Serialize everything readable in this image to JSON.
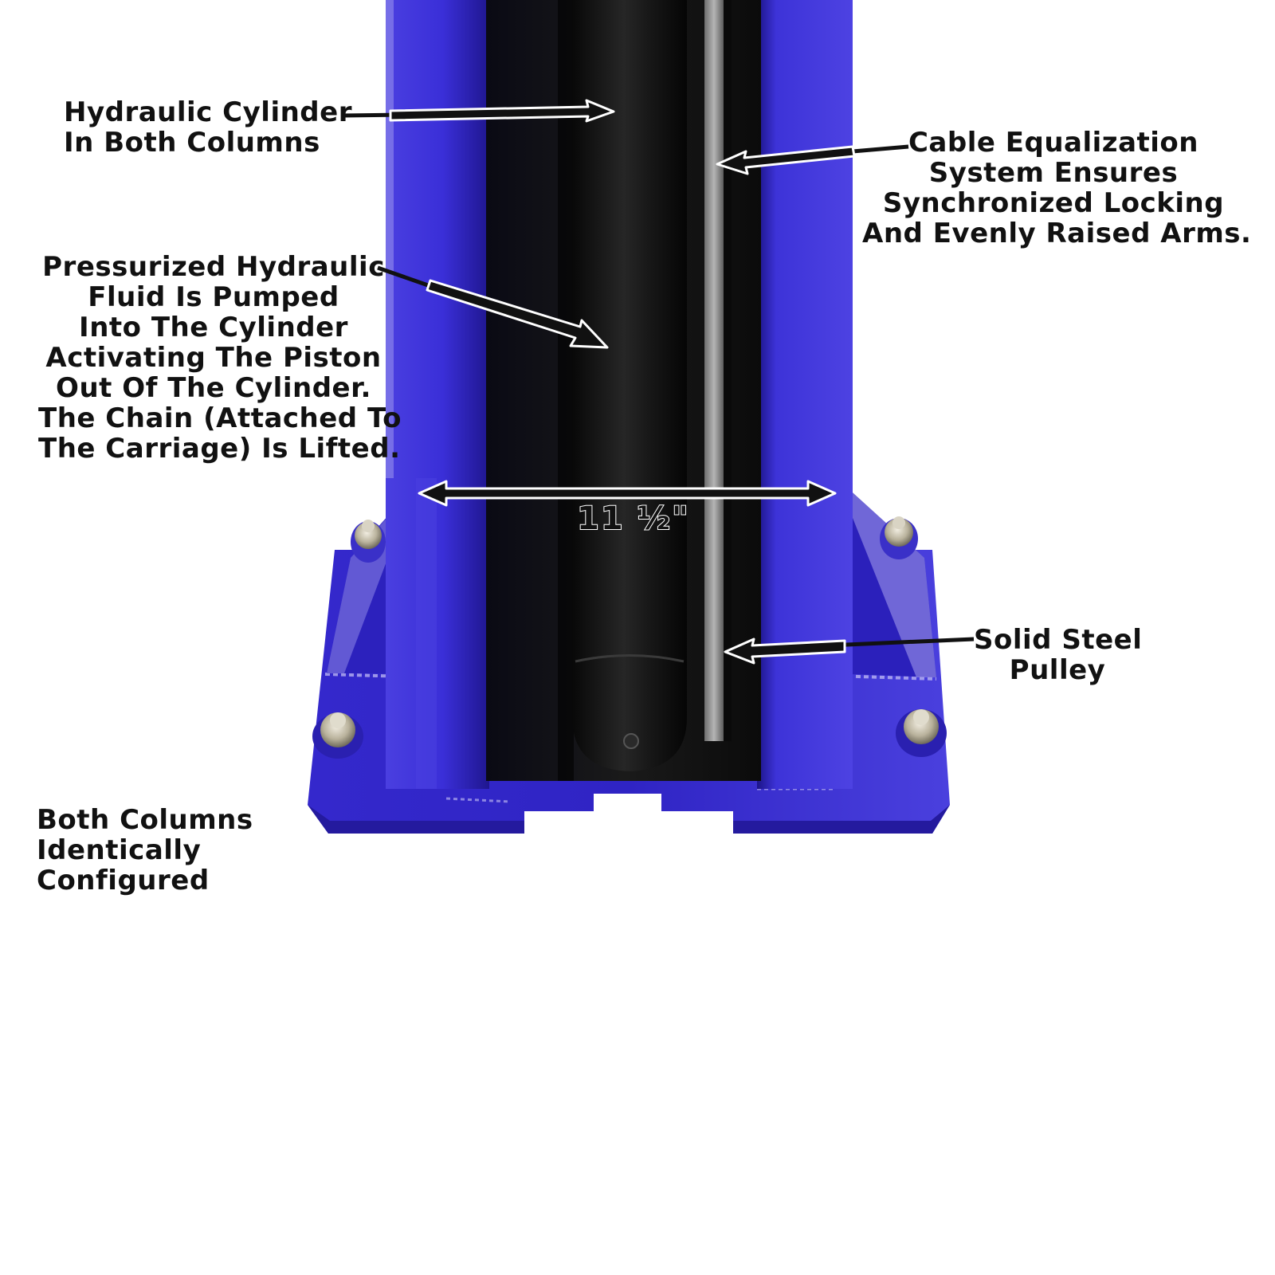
{
  "figure": {
    "subject": "Two-post vehicle lift column base (cutaway view)",
    "colors": {
      "column_blue": "#3b2fd6",
      "column_blue_dark": "#241aa8",
      "column_blue_light": "#5448e8",
      "cylinder_black": "#121212",
      "cable_grey": "#a9a9a9",
      "bolt_silver": "#c9c2ae",
      "text": "#111111",
      "background": "#ffffff"
    }
  },
  "annotations": {
    "hydraulic_cylinder": {
      "lines": [
        "Hydraulic Cylinder",
        "In Both Columns"
      ]
    },
    "cable_equalization": {
      "lines": [
        "Cable Equalization",
        "System Ensures",
        "Synchronized Locking",
        "And Evenly Raised Arms."
      ]
    },
    "pressurized_fluid": {
      "lines": [
        "Pressurized Hydraulic",
        "Fluid Is Pumped",
        "Into The Cylinder",
        "Activating The Piston",
        "Out Of The Cylinder.",
        "The Chain (Attached To",
        "The Carriage) Is Lifted."
      ]
    },
    "solid_steel_pulley": {
      "lines": [
        "Solid Steel",
        "Pulley"
      ]
    },
    "both_columns": {
      "lines": [
        "Both Columns",
        "Identically",
        "Configured"
      ]
    }
  },
  "dimension": {
    "label": "11 ½\"",
    "value_inches": 11.5
  }
}
